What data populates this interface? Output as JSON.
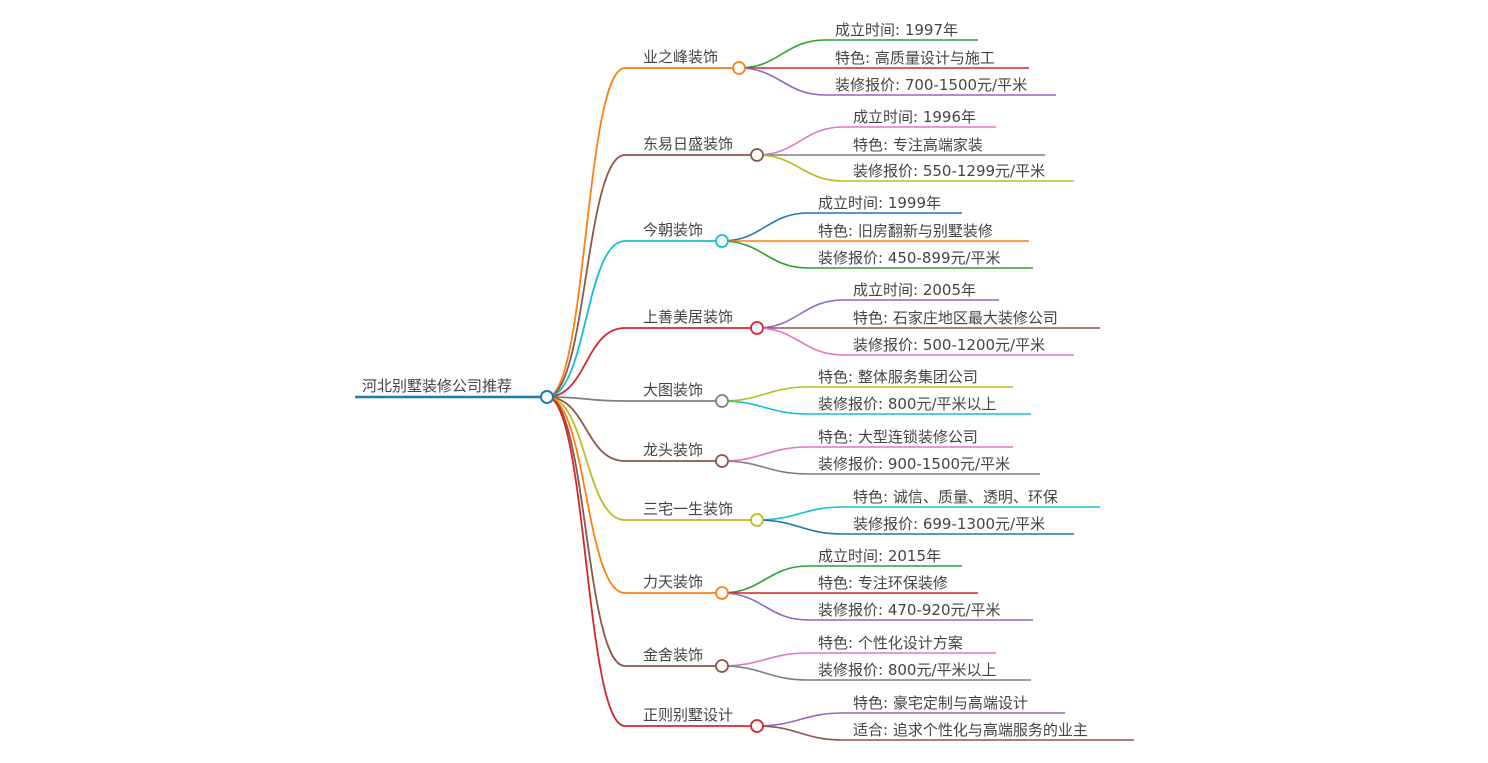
{
  "root": {
    "label": "河北别墅装修公司推荐",
    "color": "#1f77b4"
  },
  "branches": [
    {
      "label": "业之峰装饰",
      "color": "#ff7f0e",
      "leaves": [
        {
          "text": "成立时间: 1997年",
          "color": "#2ca02c"
        },
        {
          "text": "特色: 高质量设计与施工",
          "color": "#d62728"
        },
        {
          "text": "装修报价: 700-1500元/平米",
          "color": "#9467bd"
        }
      ]
    },
    {
      "label": "东易日盛装饰",
      "color": "#8c564b",
      "leaves": [
        {
          "text": "成立时间: 1996年",
          "color": "#e377c2"
        },
        {
          "text": "特色: 专注高端家装",
          "color": "#7f7f7f"
        },
        {
          "text": "装修报价: 550-1299元/平米",
          "color": "#bcbd22"
        }
      ]
    },
    {
      "label": "今朝装饰",
      "color": "#17becf",
      "leaves": [
        {
          "text": "成立时间: 1999年",
          "color": "#1f77b4"
        },
        {
          "text": "特色: 旧房翻新与别墅装修",
          "color": "#ff7f0e"
        },
        {
          "text": "装修报价: 450-899元/平米",
          "color": "#2ca02c"
        }
      ]
    },
    {
      "label": "上善美居装饰",
      "color": "#d62728",
      "leaves": [
        {
          "text": "成立时间: 2005年",
          "color": "#9467bd"
        },
        {
          "text": "特色: 石家庄地区最大装修公司",
          "color": "#8c564b"
        },
        {
          "text": "装修报价: 500-1200元/平米",
          "color": "#e377c2"
        }
      ]
    },
    {
      "label": "大图装饰",
      "color": "#7f7f7f",
      "leaves": [
        {
          "text": "特色: 整体服务集团公司",
          "color": "#bcbd22"
        },
        {
          "text": "装修报价: 800元/平米以上",
          "color": "#17becf"
        }
      ]
    },
    {
      "label": "龙头装饰",
      "color": "#8c564b",
      "leaves": [
        {
          "text": "特色: 大型连锁装修公司",
          "color": "#e377c2"
        },
        {
          "text": "装修报价: 900-1500元/平米",
          "color": "#7f7f7f"
        }
      ]
    },
    {
      "label": "三宅一生装饰",
      "color": "#bcbd22",
      "leaves": [
        {
          "text": "特色: 诚信、质量、透明、环保",
          "color": "#17becf"
        },
        {
          "text": "装修报价: 699-1300元/平米",
          "color": "#1f77b4"
        }
      ]
    },
    {
      "label": "力天装饰",
      "color": "#ff7f0e",
      "leaves": [
        {
          "text": "成立时间: 2015年",
          "color": "#2ca02c"
        },
        {
          "text": "特色: 专注环保装修",
          "color": "#d62728"
        },
        {
          "text": "装修报价: 470-920元/平米",
          "color": "#9467bd"
        }
      ]
    },
    {
      "label": "金舍装饰",
      "color": "#8c564b",
      "leaves": [
        {
          "text": "特色: 个性化设计方案",
          "color": "#e377c2"
        },
        {
          "text": "装修报价: 800元/平米以上",
          "color": "#7f7f7f"
        }
      ]
    },
    {
      "label": "正则别墅设计",
      "color": "#d62728",
      "leaves": [
        {
          "text": "特色: 豪宅定制与高端设计",
          "color": "#9467bd"
        },
        {
          "text": "适合: 追求个性化与高端服务的业主",
          "color": "#8c564b"
        }
      ]
    }
  ]
}
